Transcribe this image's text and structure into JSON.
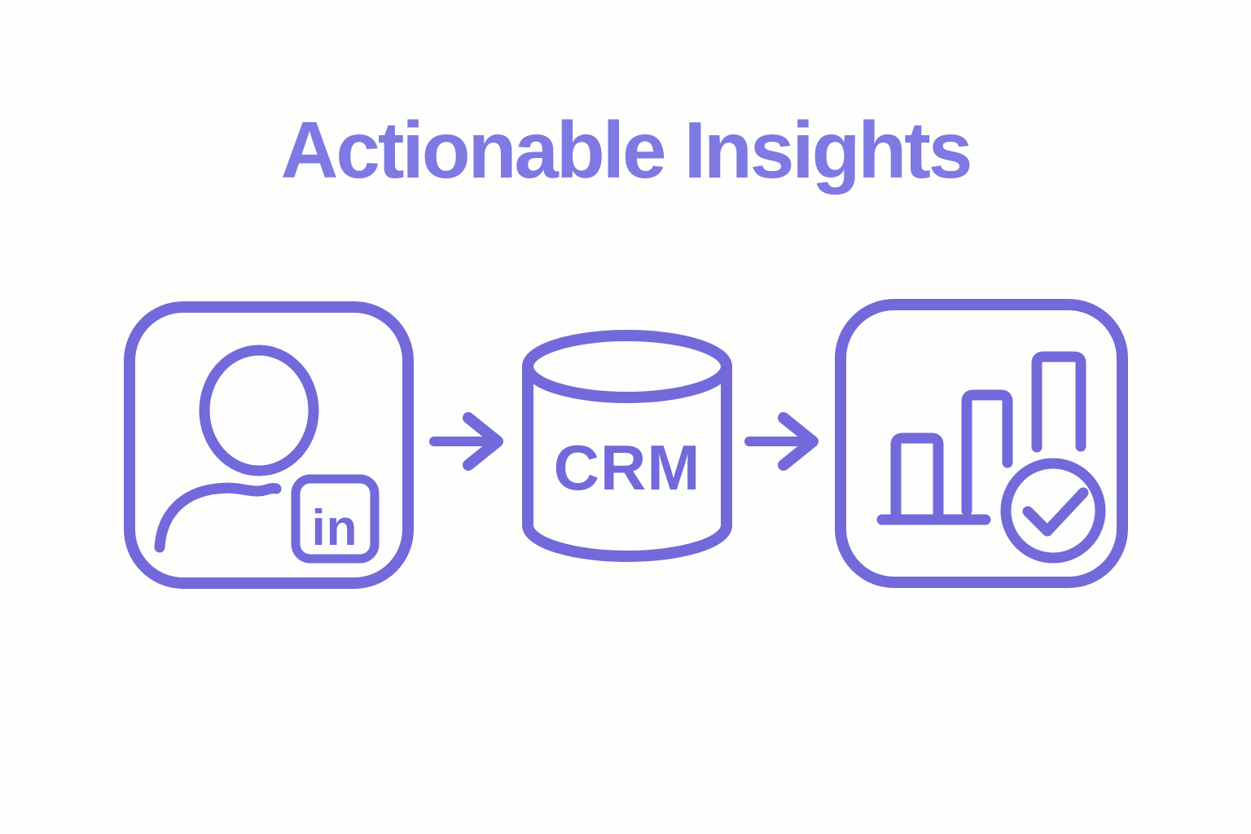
{
  "title": "Actionable Insights",
  "colors": {
    "accent": "#7269DB",
    "title_text": "#7E79E3",
    "background": "#FEFEFC"
  },
  "diagram": {
    "steps": [
      {
        "name": "linkedin-profile-card",
        "icon": "person-icon",
        "badge_icon": "linkedin-in-badge-icon",
        "badge_label": "in"
      },
      {
        "name": "crm-database",
        "icon": "database-cylinder-icon",
        "label": "CRM"
      },
      {
        "name": "analytics-success",
        "icon": "bar-chart-icon",
        "overlay_icon": "check-circle-icon"
      }
    ],
    "connectors": [
      {
        "name": "connector-1",
        "icon": "arrow-right-icon"
      },
      {
        "name": "connector-2",
        "icon": "arrow-right-icon"
      }
    ]
  }
}
